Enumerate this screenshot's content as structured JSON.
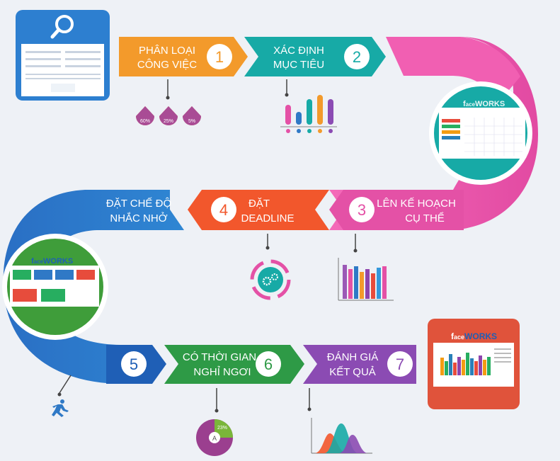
{
  "steps": [
    {
      "number": "1",
      "line1": "PHÂN LOẠI",
      "line2": "CÔNG VIỆC",
      "color": "#f39a2b",
      "stat_labels": [
        "60%",
        "25%",
        "5%"
      ]
    },
    {
      "number": "2",
      "line1": "XÁC ĐỊNH",
      "line2": "MỤC TIÊU",
      "color": "#17aaa6"
    },
    {
      "number": "3",
      "line1": "LÊN KẾ HOẠCH",
      "line2": "CỤ THỂ",
      "color": "#e451a6"
    },
    {
      "number": "4",
      "line1": "ĐẶT",
      "line2": "DEADLINE",
      "color": "#f2572c"
    },
    {
      "number": "",
      "line1": "ĐẶT CHẾ ĐỘ",
      "line2": "NHẮC NHỞ",
      "color": "#2f79c6"
    },
    {
      "number": "5",
      "line1": "",
      "line2": "",
      "color": "#1f5fb6"
    },
    {
      "number": "6",
      "line1": "CÓ THỜI GIAN",
      "line2": "NGHỈ NGƠI",
      "color": "#2e9a46",
      "pie_labels": [
        "A",
        "23%"
      ]
    },
    {
      "number": "7",
      "line1": "ĐÁNH GIÁ",
      "line2": "KẾT QUẢ",
      "color": "#8b4bb3"
    }
  ],
  "brand": {
    "prefix": "f",
    "mid": "ace",
    "suffix": "WORKS"
  },
  "icons": [
    "search-icon",
    "gears-icon",
    "runner-icon"
  ]
}
